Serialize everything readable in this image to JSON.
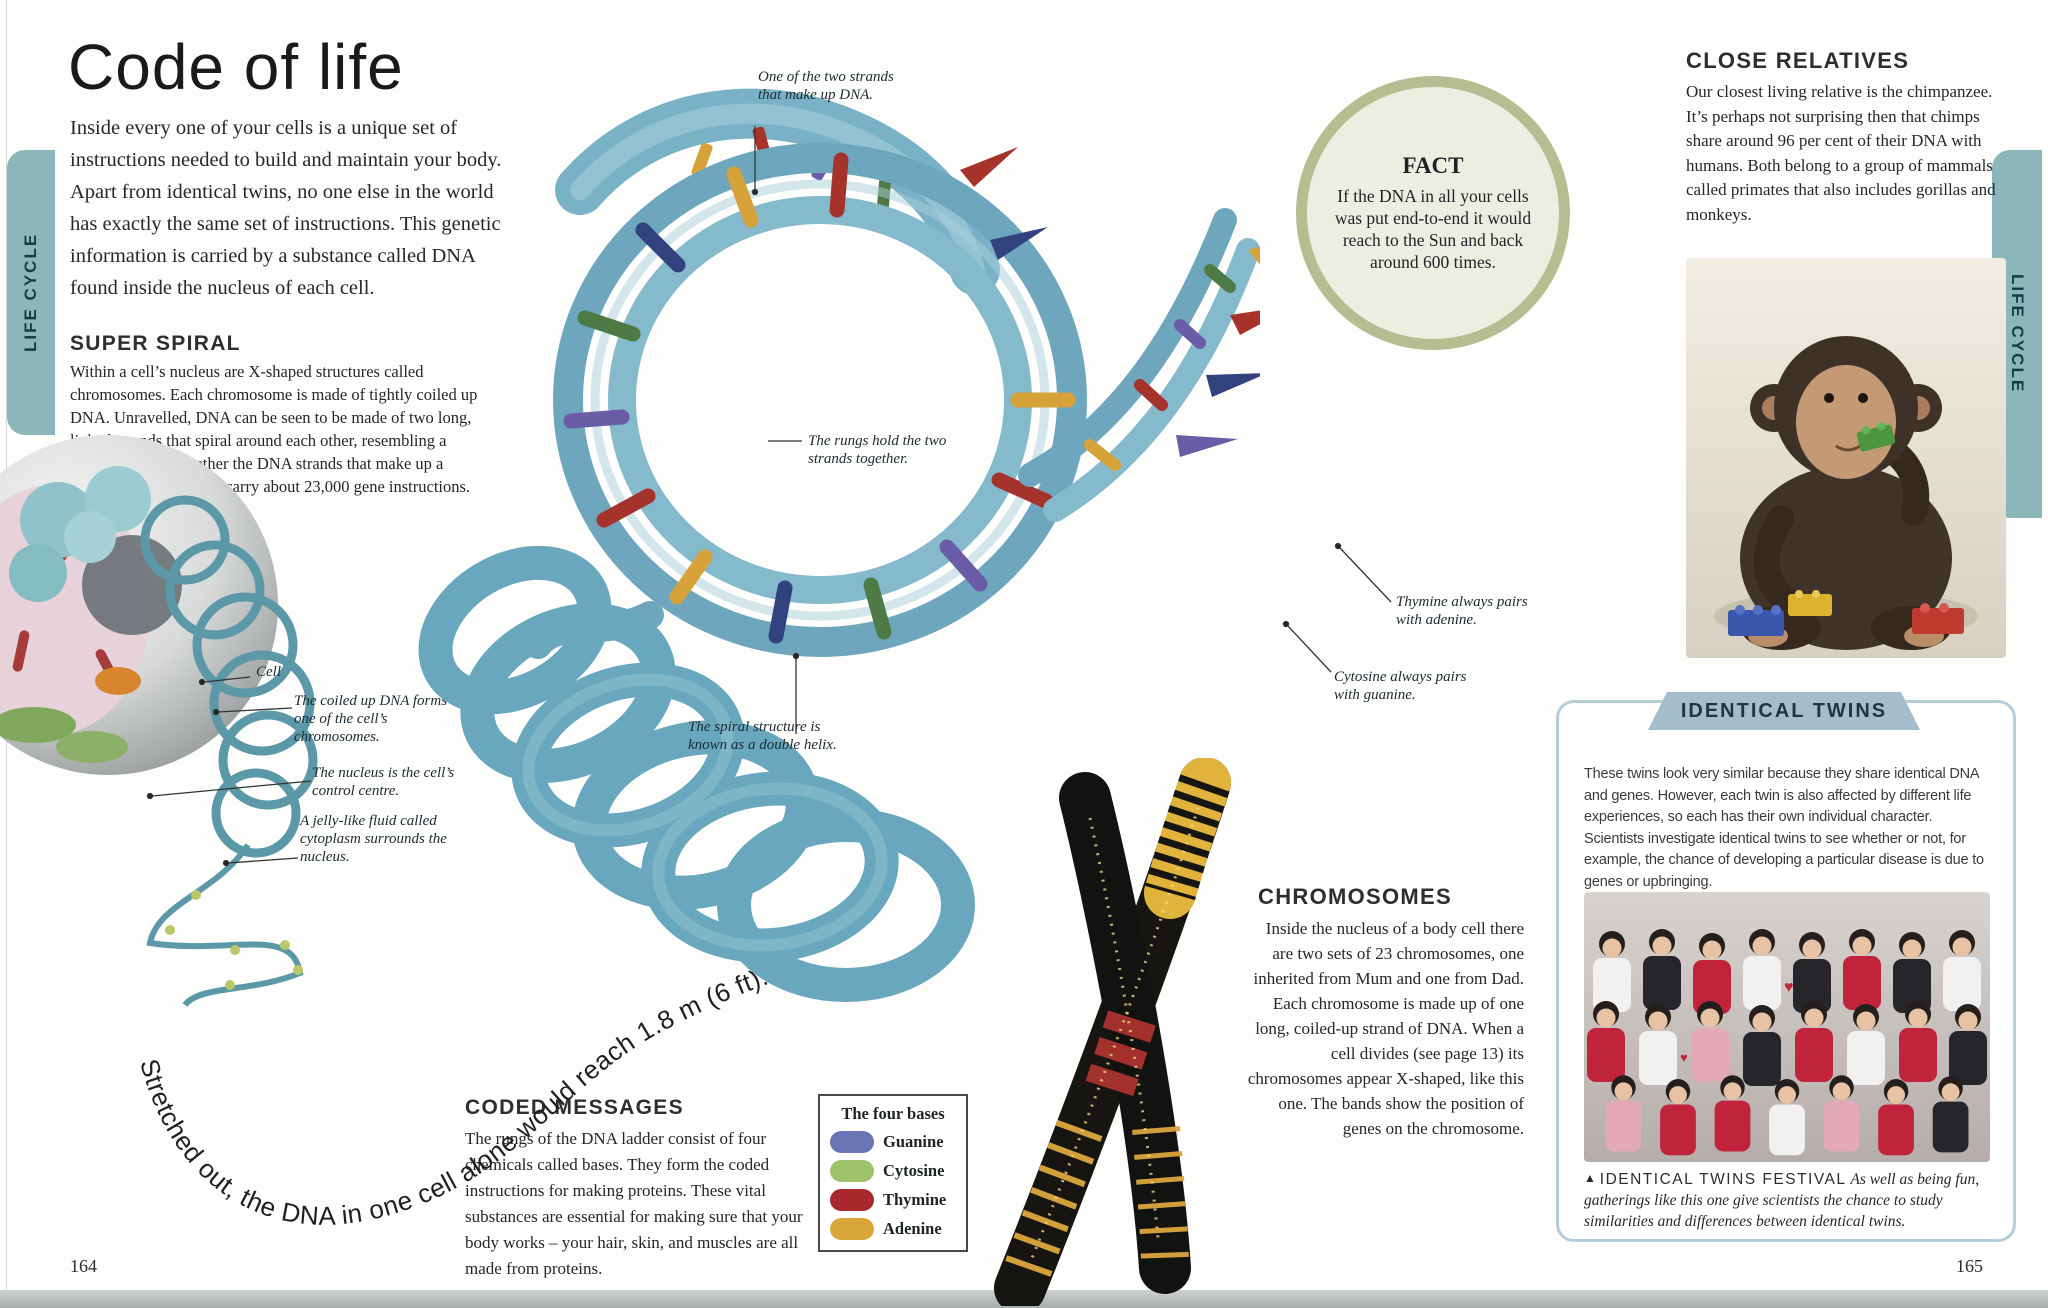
{
  "page": {
    "left_number": "164",
    "right_number": "165",
    "section_tab": "LIFE CYCLE"
  },
  "header": {
    "title": "Code of life",
    "intro": "Inside every one of your cells is a unique set of instructions needed to build and maintain your body. Apart from identical twins, no one else in the world has exactly the same set of instructions. This genetic information is carried by a substance called DNA found inside the nucleus of each cell."
  },
  "super_spiral": {
    "heading": "SUPER SPIRAL",
    "body": "Within a cell’s nucleus are X-shaped structures called chromosomes. Each chromosome is made of tightly coiled up DNA. Unravelled, DNA can be seen to be made of two long, linked strands that spiral around each other, resembling a twisted ladder. Together the DNA strands that make up a cell’s 46 chromosomes carry about 23,000 gene instructions."
  },
  "cell_labels": [
    "Cell",
    "The coiled up DNA forms one of the cell’s chromosomes.",
    "The nucleus is the cell’s control centre.",
    "A jelly-like fluid called cytoplasm surrounds the nucleus."
  ],
  "dna_labels": [
    "One of the two strands that make up DNA.",
    "The rungs hold the two strands together.",
    "The spiral structure is known as a double helix.",
    "Thymine always pairs with adenine.",
    "Cytosine always pairs with guanine."
  ],
  "fact": {
    "heading": "FACT",
    "body": "If the DNA in all your cells was put end-to-end it would reach to the Sun and back around 600 times."
  },
  "close_relatives": {
    "heading": "CLOSE RELATIVES",
    "body": "Our closest living relative is the chimpanzee. It’s perhaps not surprising then that chimps share around 96 per cent of their DNA with humans. Both belong to a group of mammals called primates that also includes gorillas and monkeys."
  },
  "identical_twins": {
    "heading": "IDENTICAL TWINS",
    "body": "These twins look very similar because they share identical DNA and genes. However, each twin is also affected by different life experiences, so each has their own individual character. Scientists investigate identical twins to see whether or not, for example, the chance of developing a particular disease is due to genes or upbringing.",
    "caption_marker": "▲",
    "caption_title": "IDENTICAL TWINS FESTIVAL",
    "caption_body": "As well as being fun, gatherings like this one give scientists the chance to study similarities and differences between identical twins."
  },
  "chromosomes": {
    "heading": "CHROMOSOMES",
    "body": "Inside the nucleus of a body cell there are two sets of 23 chromosomes, one inherited from Mum and one from Dad. Each chromosome is made up of one long, coiled-up strand of DNA. When a cell divides (see page 13) its chromosomes appear X-shaped, like this one. The bands show the position of genes on the chromosome."
  },
  "coded_messages": {
    "heading": "CODED MESSAGES",
    "body": "The rungs of the DNA ladder consist of four chemicals called bases. They form the coded instructions for making proteins. These vital substances are essential for making sure that your body works – your hair, skin, and muscles are all made from proteins."
  },
  "bases_legend": {
    "title": "The four bases",
    "items": [
      {
        "label": "Guanine",
        "color": "#6b74b4"
      },
      {
        "label": "Cytosine",
        "color": "#9fc36a"
      },
      {
        "label": "Thymine",
        "color": "#a8292b"
      },
      {
        "label": "Adenine",
        "color": "#d9a63c"
      }
    ]
  },
  "curved_text": "Stretched out, the DNA in one cell alone would reach 1.8 m (6 ft).",
  "colors": {
    "tab_teal": "#8cb7ba",
    "fact_ring": "#b6bd90",
    "fact_fill": "#edeee2",
    "twins_tab": "#a3bdcb",
    "twins_border": "#b5cdda",
    "dna_blue": "#74aec4",
    "guanine": "#6b74b4",
    "cytosine": "#9fc36a",
    "thymine": "#a8292b",
    "adenine": "#d9a63c"
  }
}
